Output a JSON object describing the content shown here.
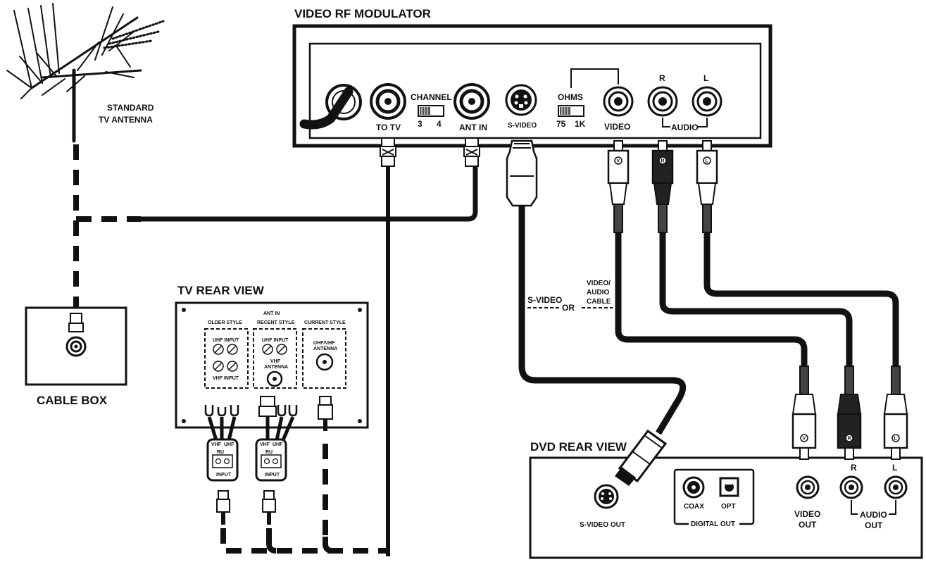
{
  "colors": {
    "ink": "#111111",
    "paper": "#ffffff",
    "panel": "#f7f7f7",
    "switch_on": "#555555"
  },
  "antenna": {
    "label_line1": "STANDARD",
    "label_line2": "TV ANTENNA"
  },
  "cable_box": {
    "label": "CABLE BOX"
  },
  "modulator": {
    "title": "VIDEO RF MODULATOR",
    "to_tv": "TO TV",
    "channel": "CHANNEL",
    "ch3": "3",
    "ch4": "4",
    "ant_in": "ANT IN",
    "svideo": "S-VIDEO",
    "ohms": "OHMS",
    "ohm75": "75",
    "ohm1k": "1K",
    "video": "VIDEO",
    "r": "R",
    "l": "L",
    "audio": "AUDIO"
  },
  "tv_rear": {
    "title": "TV REAR VIEW",
    "ant_in": "ANT IN",
    "older_style": "OLDER STYLE",
    "recent_style": "RECENT STYLE",
    "current_style": "CURRENT STYLE",
    "uhf_input": "UHF INPUT",
    "vhf_input": "VHF INPUT",
    "vhf": "VHF",
    "antenna": "ANTENNA",
    "uhf_vhf": "UHF/VHF",
    "balun_vhf": "VHF",
    "balun_uhf": "UHF",
    "balun_input": "INPUT",
    "balun_mark": "RU"
  },
  "choice": {
    "svideo": "S-VIDEO",
    "or": "OR",
    "video_audio_line1": "VIDEO/",
    "video_audio_line2": "AUDIO",
    "video_audio_line3": "CABLE"
  },
  "dvd": {
    "title": "DVD REAR VIEW",
    "svideo_out": "S-VIDEO OUT",
    "coax": "COAX",
    "opt": "OPT",
    "digital_out": "DIGITAL OUT",
    "video": "VIDEO",
    "out": "OUT",
    "audio": "AUDIO",
    "r": "R",
    "l": "L"
  },
  "plugs": {
    "video": "V",
    "right": "R",
    "left": "L"
  }
}
